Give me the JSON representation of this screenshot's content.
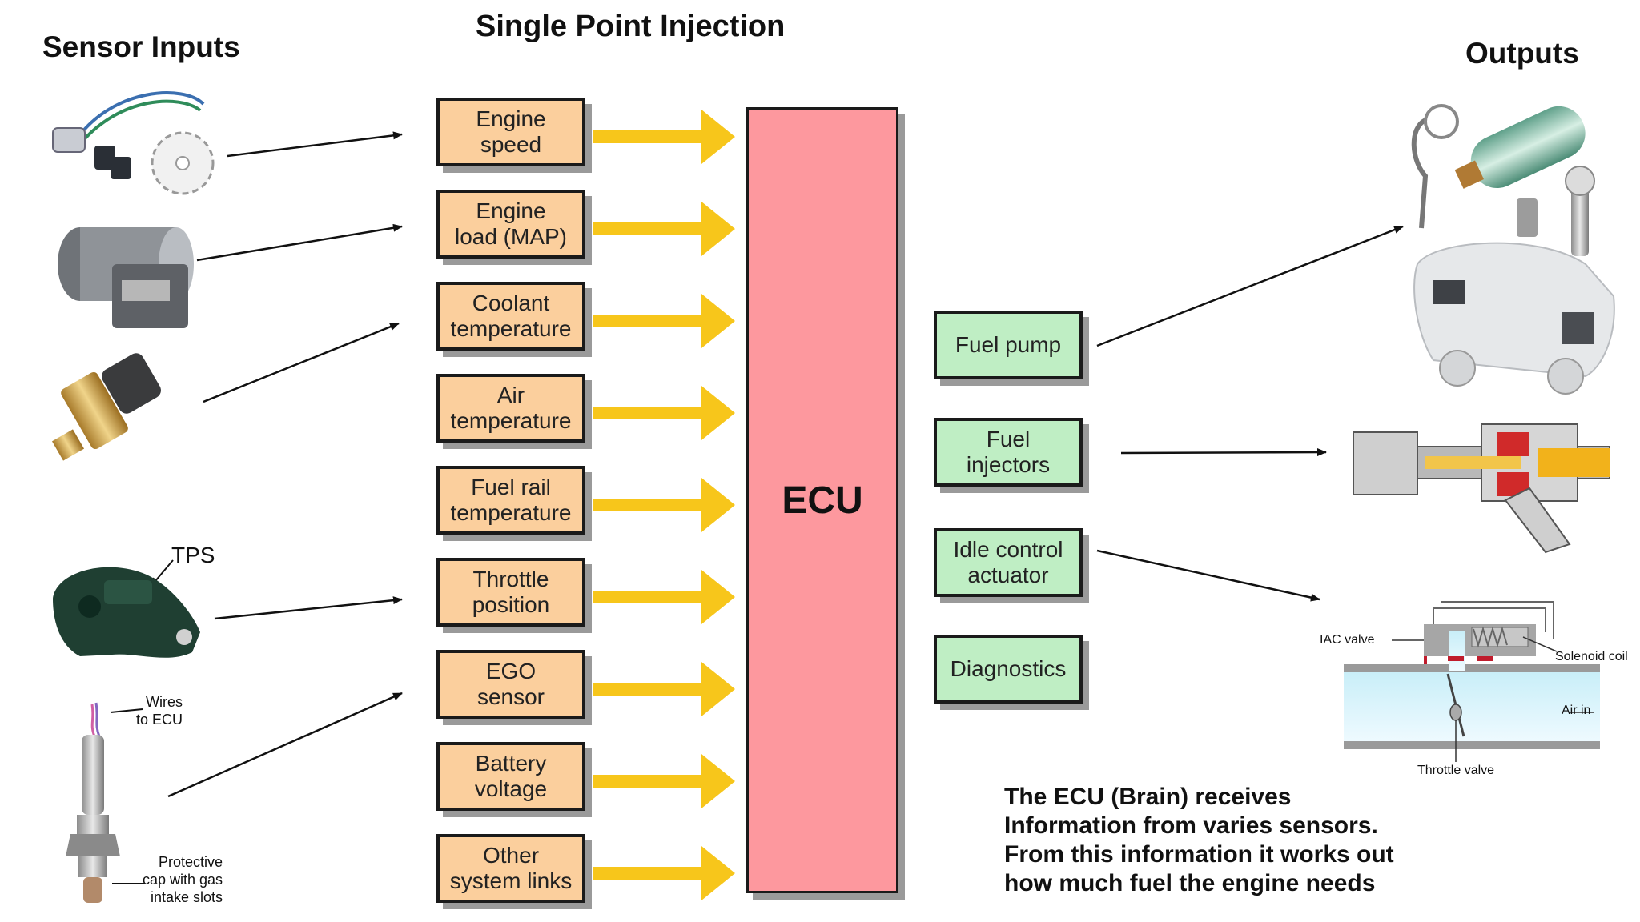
{
  "title": "Single Point Injection",
  "sensor_heading": "Sensor Inputs",
  "outputs_heading": "Outputs",
  "inputs": [
    {
      "label": "Engine\nspeed"
    },
    {
      "label": "Engine\nload (MAP)"
    },
    {
      "label": "Coolant\ntemperature"
    },
    {
      "label": "Air\ntemperature"
    },
    {
      "label": "Fuel rail\ntemperature"
    },
    {
      "label": "Throttle\nposition"
    },
    {
      "label": "EGO\nsensor"
    },
    {
      "label": "Battery\nvoltage"
    },
    {
      "label": "Other\nsystem links"
    }
  ],
  "ecu_label": "ECU",
  "outputs": [
    {
      "label": "Fuel pump"
    },
    {
      "label": "Fuel\ninjectors"
    },
    {
      "label": "Idle control\nactuator"
    },
    {
      "label": "Diagnostics"
    }
  ],
  "description": [
    "The ECU (Brain) receives",
    "Information from varies sensors.",
    "From this information it works out",
    "how much fuel the engine needs"
  ],
  "sensor_labels": {
    "tps": "TPS",
    "wires": "Wires\nto ECU",
    "protective": "Protective\ncap with gas\nintake slots"
  },
  "iac_labels": {
    "iac_valve": "IAC valve",
    "solenoid": "Solenoid coil",
    "air_in": "Air in",
    "throttle": "Throttle valve"
  },
  "colors": {
    "input_box": "#fbcf9d",
    "output_box": "#bfeec4",
    "ecu": "#fd989e",
    "arrow": "#f7c61b"
  }
}
